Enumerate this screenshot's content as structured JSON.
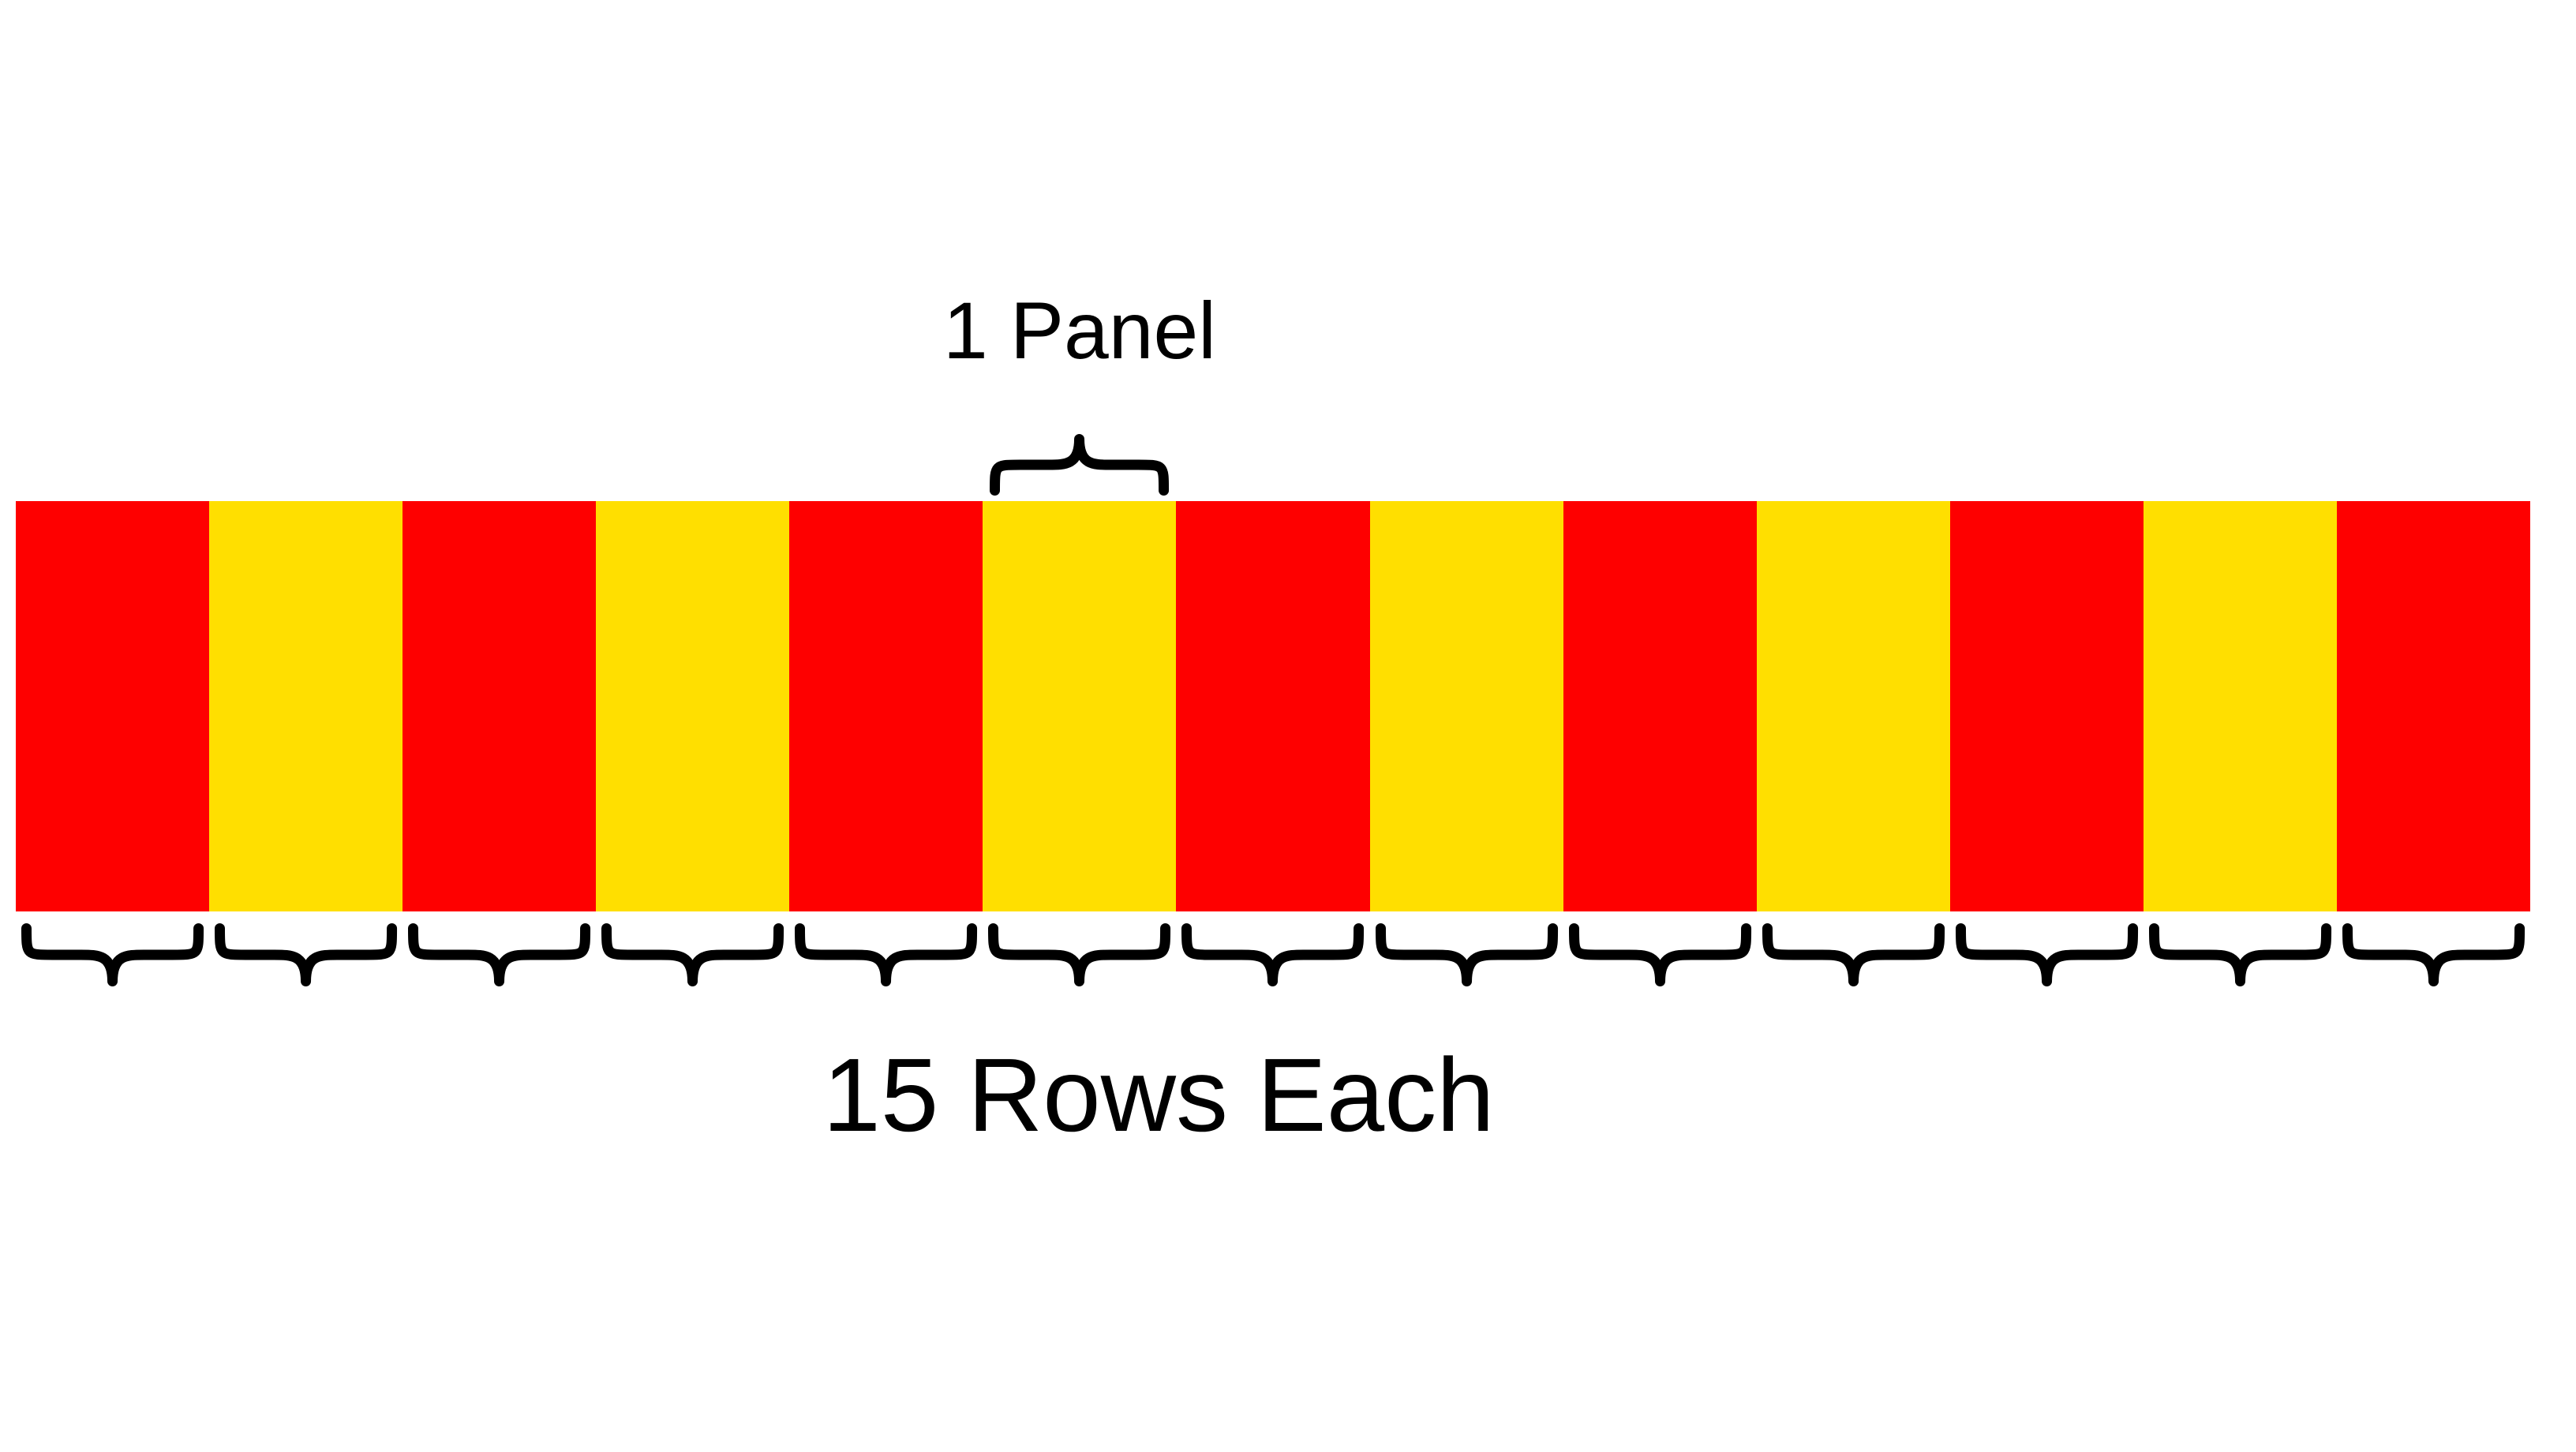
{
  "diagram": {
    "top_label": "1 Panel",
    "bottom_label": "15 Rows Each",
    "panel_count": 13,
    "rows_per_panel": 15,
    "highlighted_panel_index": 5,
    "panels": [
      "red",
      "yellow",
      "red",
      "yellow",
      "red",
      "yellow",
      "red",
      "yellow",
      "red",
      "yellow",
      "red",
      "yellow",
      "red"
    ],
    "colors": {
      "red": "#fe0000",
      "yellow": "#ffdf00",
      "brace": "#000000",
      "text": "#000000",
      "background": "#ffffff"
    }
  }
}
